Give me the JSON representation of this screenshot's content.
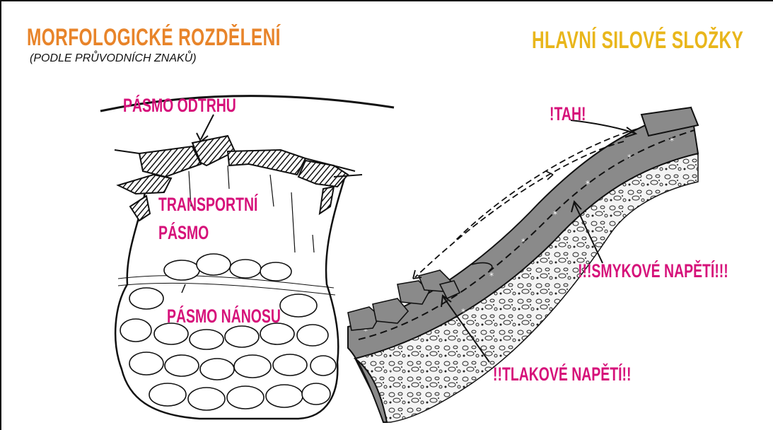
{
  "header": {
    "title_left": "MORFOLOGICKÉ ROZDĚLENÍ",
    "subtitle_left": "(PODLE PRŮVODNÍCH ZNAKŮ)",
    "title_right": "HLAVNÍ SILOVÉ SLOŽKY"
  },
  "left_diagram": {
    "labels": {
      "odtrhu": "PÁSMO ODTRHU",
      "transport_line1": "TRANSPORTNÍ",
      "transport_line2": "PÁSMO",
      "nanos": "PÁSMO NÁNOSU"
    }
  },
  "right_diagram": {
    "labels": {
      "tah": "!TAH!",
      "smykove": "!!!SMYKOVÉ NAPĚTÍ!!!",
      "tlakove": "!!TLAKOVÉ NAPĚTÍ!!"
    }
  },
  "colors": {
    "title_left": "#e8842a",
    "title_right": "#e9b61b",
    "label_pink": "#d6117a",
    "layer_gray": "#8a8a8a",
    "line": "#111111"
  }
}
